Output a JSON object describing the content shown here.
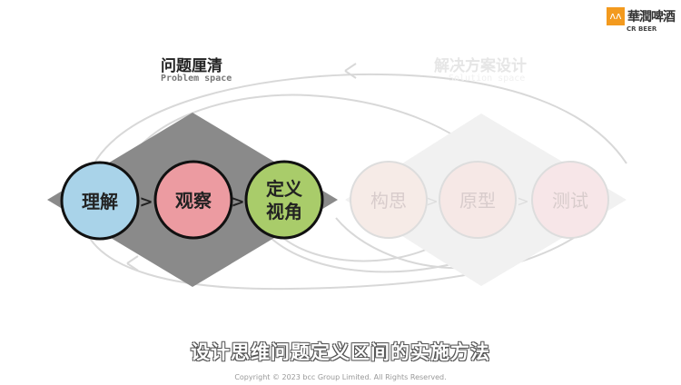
{
  "logo": {
    "mark": "ʌʌ",
    "cn": "華潤啤酒",
    "en": "CR BEER",
    "color": "#f39a1e"
  },
  "problem": {
    "title": "问题厘清",
    "subtitle": "Problem space"
  },
  "solution": {
    "title": "解决方案设计",
    "subtitle": "Solution space"
  },
  "stages": [
    {
      "label": "理解",
      "color": "#a9d3e9"
    },
    {
      "label": "观察",
      "color": "#ec9ba1"
    },
    {
      "label_line1": "定义",
      "label_line2": "视角",
      "color": "#a9cc6a"
    },
    {
      "label": "构思",
      "color": "#f6ebe7"
    },
    {
      "label": "原型",
      "color": "#f6e8e6"
    },
    {
      "label": "测试",
      "color": "#f7e6e8"
    }
  ],
  "separator": ">",
  "caption": "设计思维问题定义区间的实施方法",
  "copyright": "Copyright © 2023 bcc Group Limited. All Rights Reserved."
}
